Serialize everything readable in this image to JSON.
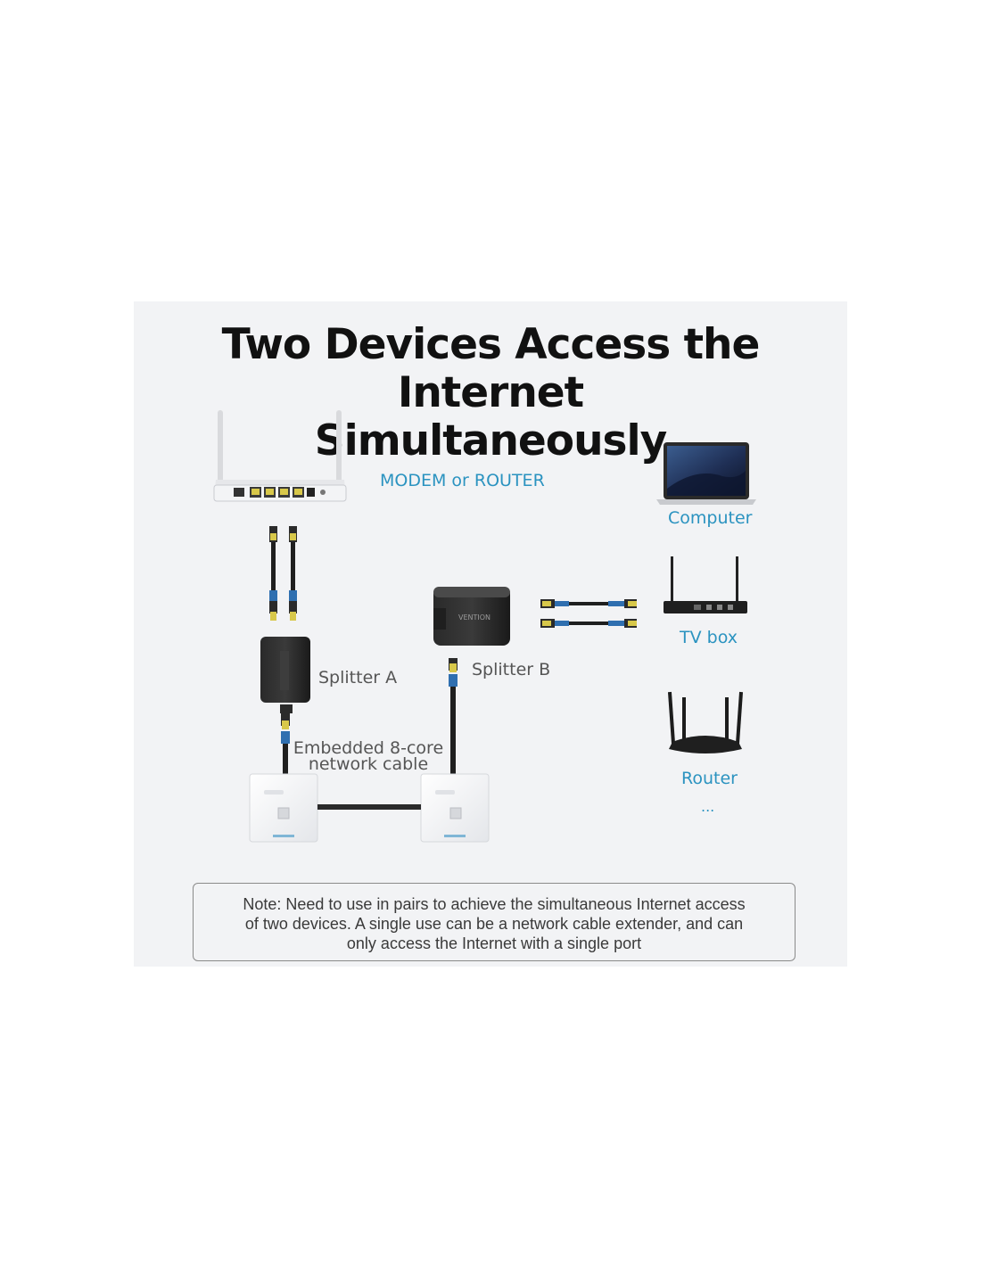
{
  "title": {
    "line1": "Two Devices Access the Internet",
    "line2": "Simultaneously"
  },
  "labels": {
    "modem": "MODEM or ROUTER",
    "computer": "Computer",
    "tvbox": "TV box",
    "router": "Router",
    "more": "...",
    "splitter_a": "Splitter A",
    "splitter_b": "Splitter B",
    "cable_line1": "Embedded 8-core",
    "cable_line2": "network cable",
    "brand_mark": "VENTION"
  },
  "note": {
    "line1": "Note: Need to use in pairs to achieve the simultaneous Internet access",
    "line2": "of two devices. A single use can be a network cable extender, and can",
    "line3": "only access the Internet with a single port"
  },
  "colors": {
    "accent_blue": "#2b93c0",
    "panel_bg": "#f2f3f5",
    "cable_blue": "#2f6fb0",
    "connector_gold": "#d8c84a"
  }
}
